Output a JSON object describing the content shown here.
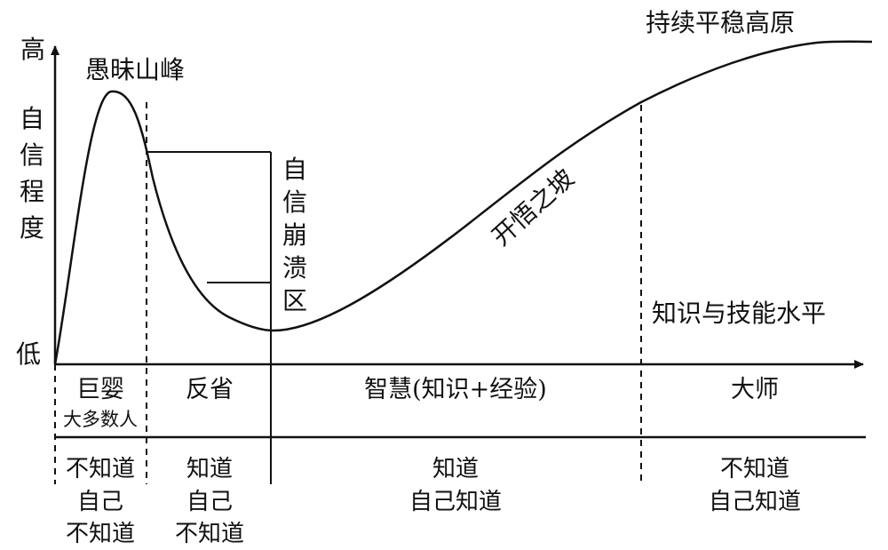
{
  "y_axis": {
    "high": "高",
    "low": "低",
    "title": [
      "自",
      "信",
      "程",
      "度"
    ]
  },
  "x_axis": {
    "title": "知识与技能水平"
  },
  "annotations": {
    "peak": "愚昧山峰",
    "plateau": "持续平稳高原",
    "valley_zone": [
      "自",
      "信",
      "崩",
      "溃",
      "区"
    ],
    "slope": "开悟之坡"
  },
  "phases": [
    {
      "name": "巨婴",
      "sub": "大多数人",
      "state": [
        "不知道",
        "自己",
        "不知道"
      ]
    },
    {
      "name": "反省",
      "sub": "",
      "state": [
        "知道",
        "自己",
        "不知道"
      ]
    },
    {
      "name": "智慧(知识+经验)",
      "sub": "",
      "state": [
        "知道",
        "自己知道"
      ]
    },
    {
      "name": "大师",
      "sub": "",
      "state": [
        "不知道",
        "自己知道"
      ]
    }
  ],
  "colors": {
    "ink": "#111111",
    "background": "#ffffff"
  }
}
